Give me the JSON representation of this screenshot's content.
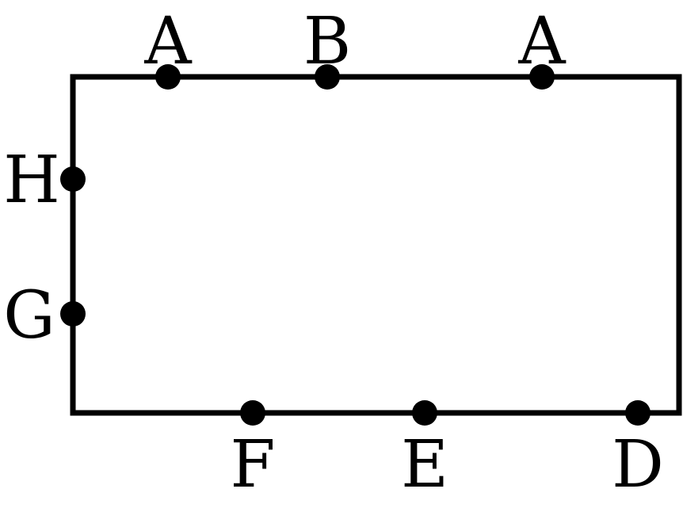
{
  "diagram": {
    "stroke_color": "#000000",
    "background_color": "#ffffff",
    "points": [
      {
        "id": "top-a-left",
        "label": "A"
      },
      {
        "id": "top-b",
        "label": "B"
      },
      {
        "id": "top-a-right",
        "label": "A"
      },
      {
        "id": "left-h",
        "label": "H"
      },
      {
        "id": "left-g",
        "label": "G"
      },
      {
        "id": "bottom-f",
        "label": "F"
      },
      {
        "id": "bottom-e",
        "label": "E"
      },
      {
        "id": "bottom-d",
        "label": "D"
      }
    ]
  }
}
